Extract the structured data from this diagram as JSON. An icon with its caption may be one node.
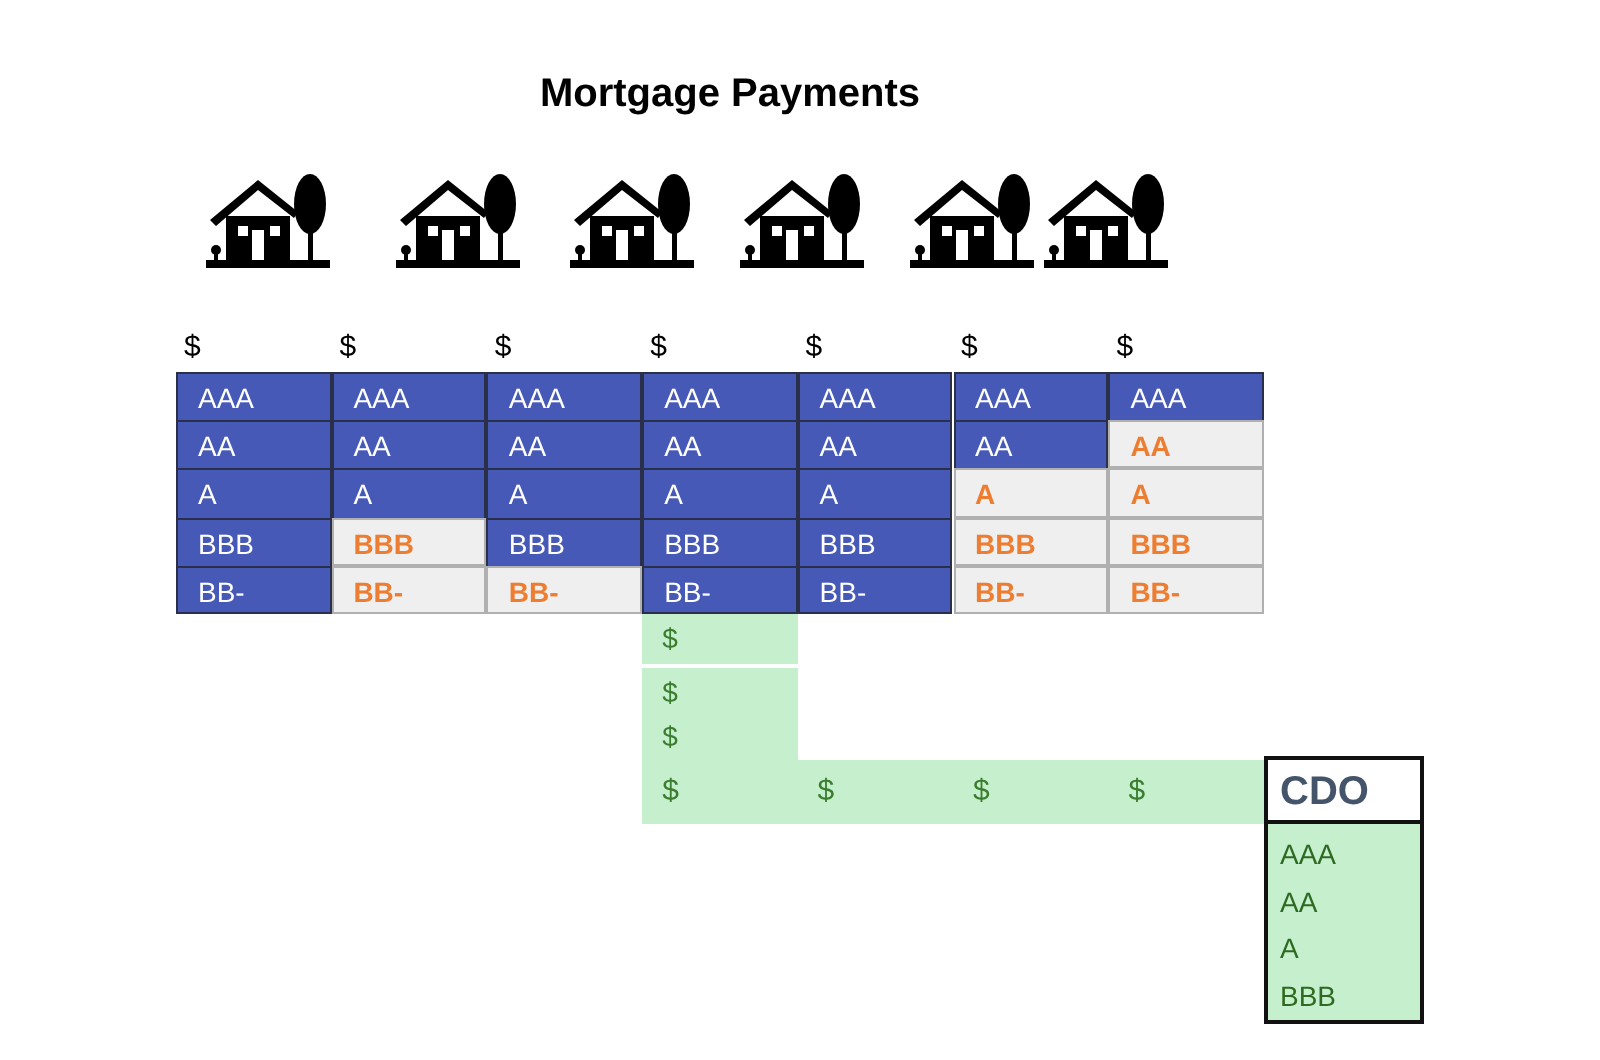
{
  "diagram": {
    "title": "Mortgage Payments",
    "nodes": [
      {
        "text": [
          "CDO",
          "AAA",
          "AA",
          "A",
          "BBB"
        ]
      }
    ],
    "labels": [
      "$",
      "$",
      "$",
      "$",
      "$",
      "$",
      "$",
      "AAA",
      "AAA",
      "AAA",
      "AAA",
      "AAA",
      "AAA",
      "AAA",
      "AA",
      "AA",
      "AA",
      "AA",
      "AA",
      "AA",
      "AA",
      "A",
      "A",
      "A",
      "A",
      "A",
      "A",
      "A",
      "BBB",
      "BBB",
      "BBB",
      "BBB",
      "BBB",
      "BBB",
      "BBB",
      "BB-",
      "BB-",
      "BB-",
      "BB-",
      "BB-",
      "BB-",
      "BB-",
      "$",
      "$",
      "$",
      "$",
      "$",
      "$",
      "$"
    ]
  }
}
